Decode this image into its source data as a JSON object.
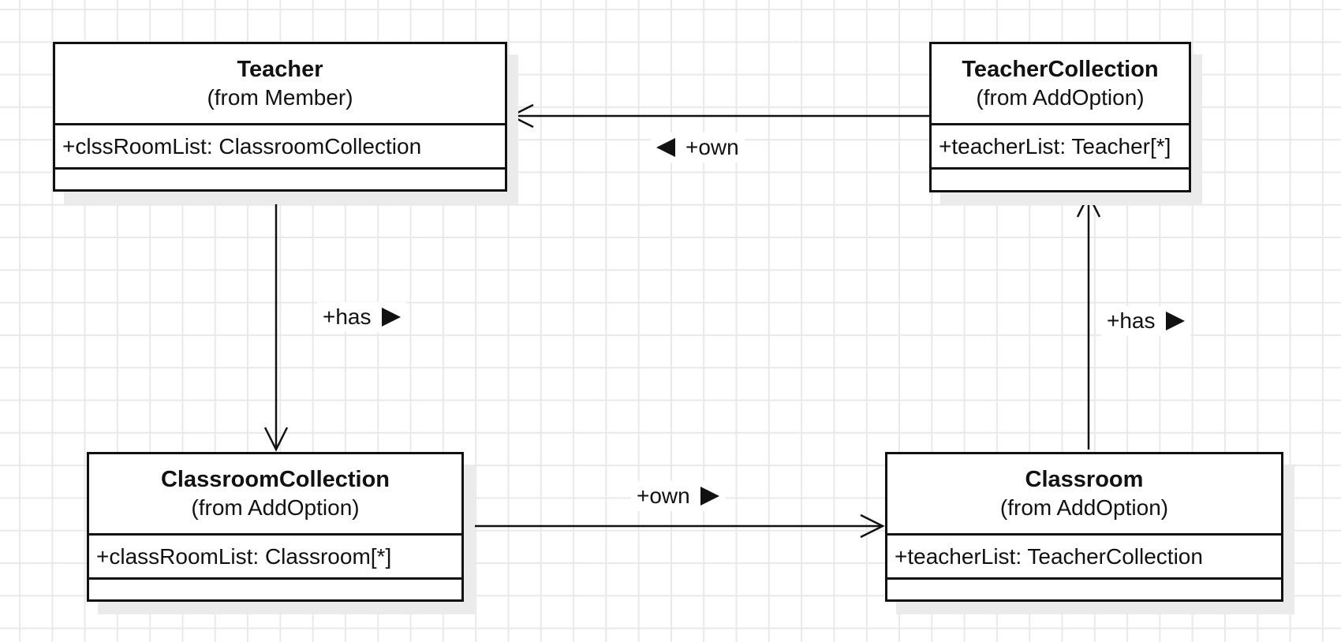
{
  "diagram": {
    "type": "uml-class-diagram",
    "classes": [
      {
        "name": "Teacher",
        "package_label": "(from Member)",
        "attributes": [
          "+clssRoomList: ClassroomCollection"
        ],
        "operations": []
      },
      {
        "name": "TeacherCollection",
        "package_label": "(from AddOption)",
        "attributes": [
          "+teacherList: Teacher[*]"
        ],
        "operations": []
      },
      {
        "name": "ClassroomCollection",
        "package_label": "(from AddOption)",
        "attributes": [
          "+classRoomList: Classroom[*]"
        ],
        "operations": []
      },
      {
        "name": "Classroom",
        "package_label": "(from AddOption)",
        "attributes": [
          "+teacherList: TeacherCollection"
        ],
        "operations": []
      }
    ],
    "associations": [
      {
        "label": "+own",
        "from": "TeacherCollection",
        "to": "Teacher",
        "arrowhead": "open",
        "direction_indicator": "left"
      },
      {
        "label": "+has",
        "from": "Teacher",
        "to": "ClassroomCollection",
        "arrowhead": "open",
        "direction_indicator": "right"
      },
      {
        "label": "+own",
        "from": "ClassroomCollection",
        "to": "Classroom",
        "arrowhead": "open",
        "direction_indicator": "right"
      },
      {
        "label": "+has",
        "from": "Classroom",
        "to": "TeacherCollection",
        "arrowhead": "open",
        "direction_indicator": "right"
      }
    ],
    "colors": {
      "node_border": "#111111",
      "node_fill": "#ffffff",
      "node_shadow": "#ebebeb",
      "grid_line": "#e9e9e9",
      "text": "#111111"
    }
  }
}
